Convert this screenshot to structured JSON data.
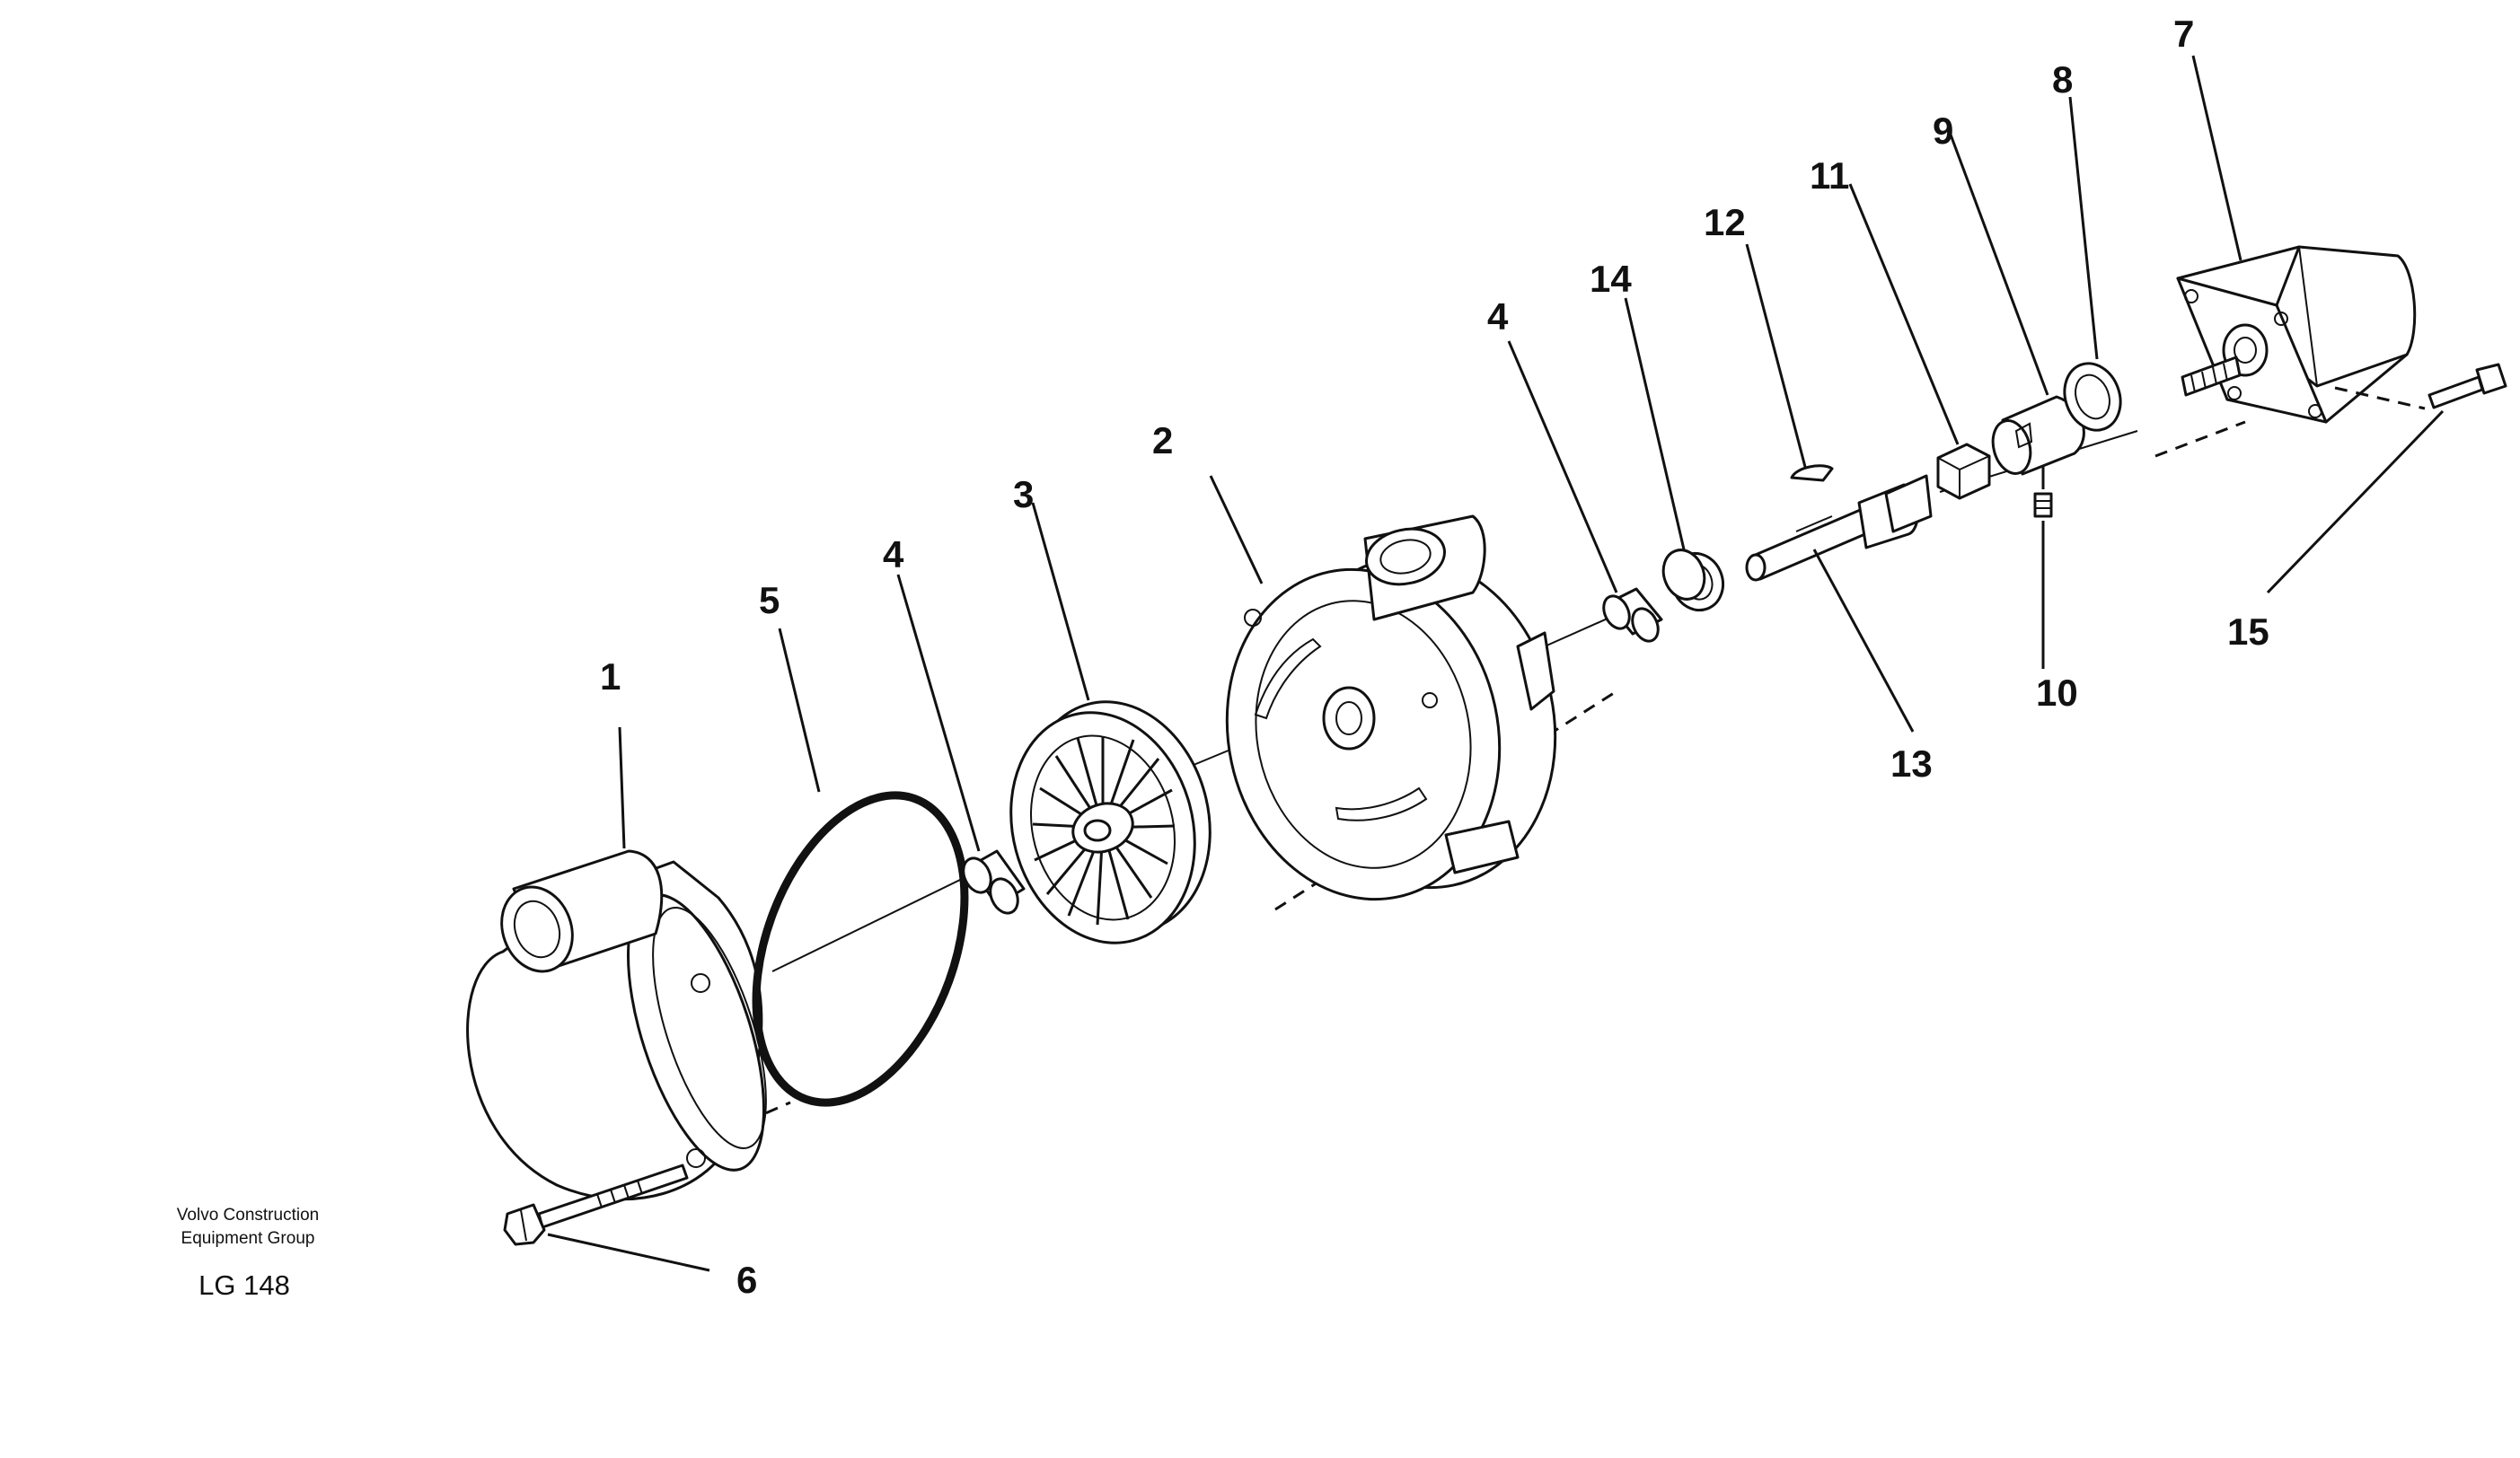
{
  "diagram": {
    "callouts": [
      "1",
      "2",
      "3",
      "4",
      "4",
      "5",
      "6",
      "7",
      "8",
      "9",
      "10",
      "11",
      "12",
      "13",
      "14",
      "15"
    ],
    "company_line1": "Volvo Construction",
    "company_line2": "Equipment Group",
    "code": "LG 148"
  },
  "colors": {
    "ink": "#111111",
    "paper": "#ffffff"
  }
}
